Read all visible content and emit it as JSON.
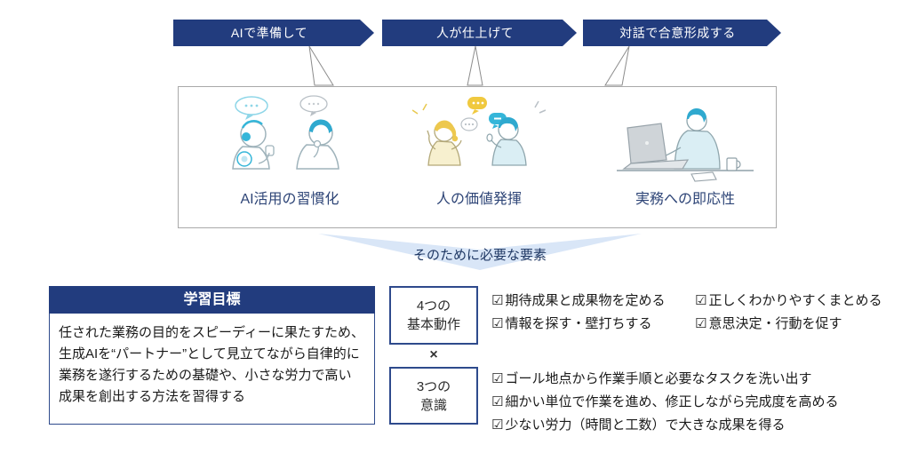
{
  "palette": {
    "navy": "#223c7e",
    "label_blue": "#2e4577",
    "box_border_blue": "#2e4a8c",
    "panel_border_gray": "#a9a9a9",
    "funnel_light_blue": "#d9e6f7",
    "illustration_cyan": "#2fa9cf",
    "illustration_yellow": "#f0c93f"
  },
  "glyphs": {
    "checkbox": "☑"
  },
  "flow": {
    "steps": [
      {
        "label": "AIで準備して"
      },
      {
        "label": "人が仕上げて"
      },
      {
        "label": "対話で合意形成する"
      }
    ]
  },
  "outcomes": {
    "items": [
      {
        "label": "AI活用の習慣化",
        "illustration": "robot-and-person-dialogue"
      },
      {
        "label": "人の価値発揮",
        "illustration": "two-people-discussion"
      },
      {
        "label": "実務への即応性",
        "illustration": "person-working-on-laptop"
      }
    ]
  },
  "funnel": {
    "label": "そのために必要な要素"
  },
  "learning_goal": {
    "title": "学習目標",
    "body": "任された業務の目的をスピーディーに果たすため、\n生成AIを“パートナー”として見立てながら自律的に\n業務を遂行するための基礎や、小さな労力で高い\n成果を創出する方法を習得する"
  },
  "basic_actions": {
    "title": "4つの\n基本動作",
    "items_col1": [
      "期待成果と成果物を定める",
      "情報を探す・壁打ちする"
    ],
    "items_col2": [
      "正しくわかりやすくまとめる",
      "意思決定・行動を促す"
    ]
  },
  "multiply_sign": "×",
  "mindsets": {
    "title": "3つの\n意識",
    "items": [
      "ゴール地点から作業手順と必要なタスクを洗い出す",
      "細かい単位で作業を進め、修正しながら完成度を高める",
      "少ない労力（時間と工数）で大きな成果を得る"
    ]
  }
}
